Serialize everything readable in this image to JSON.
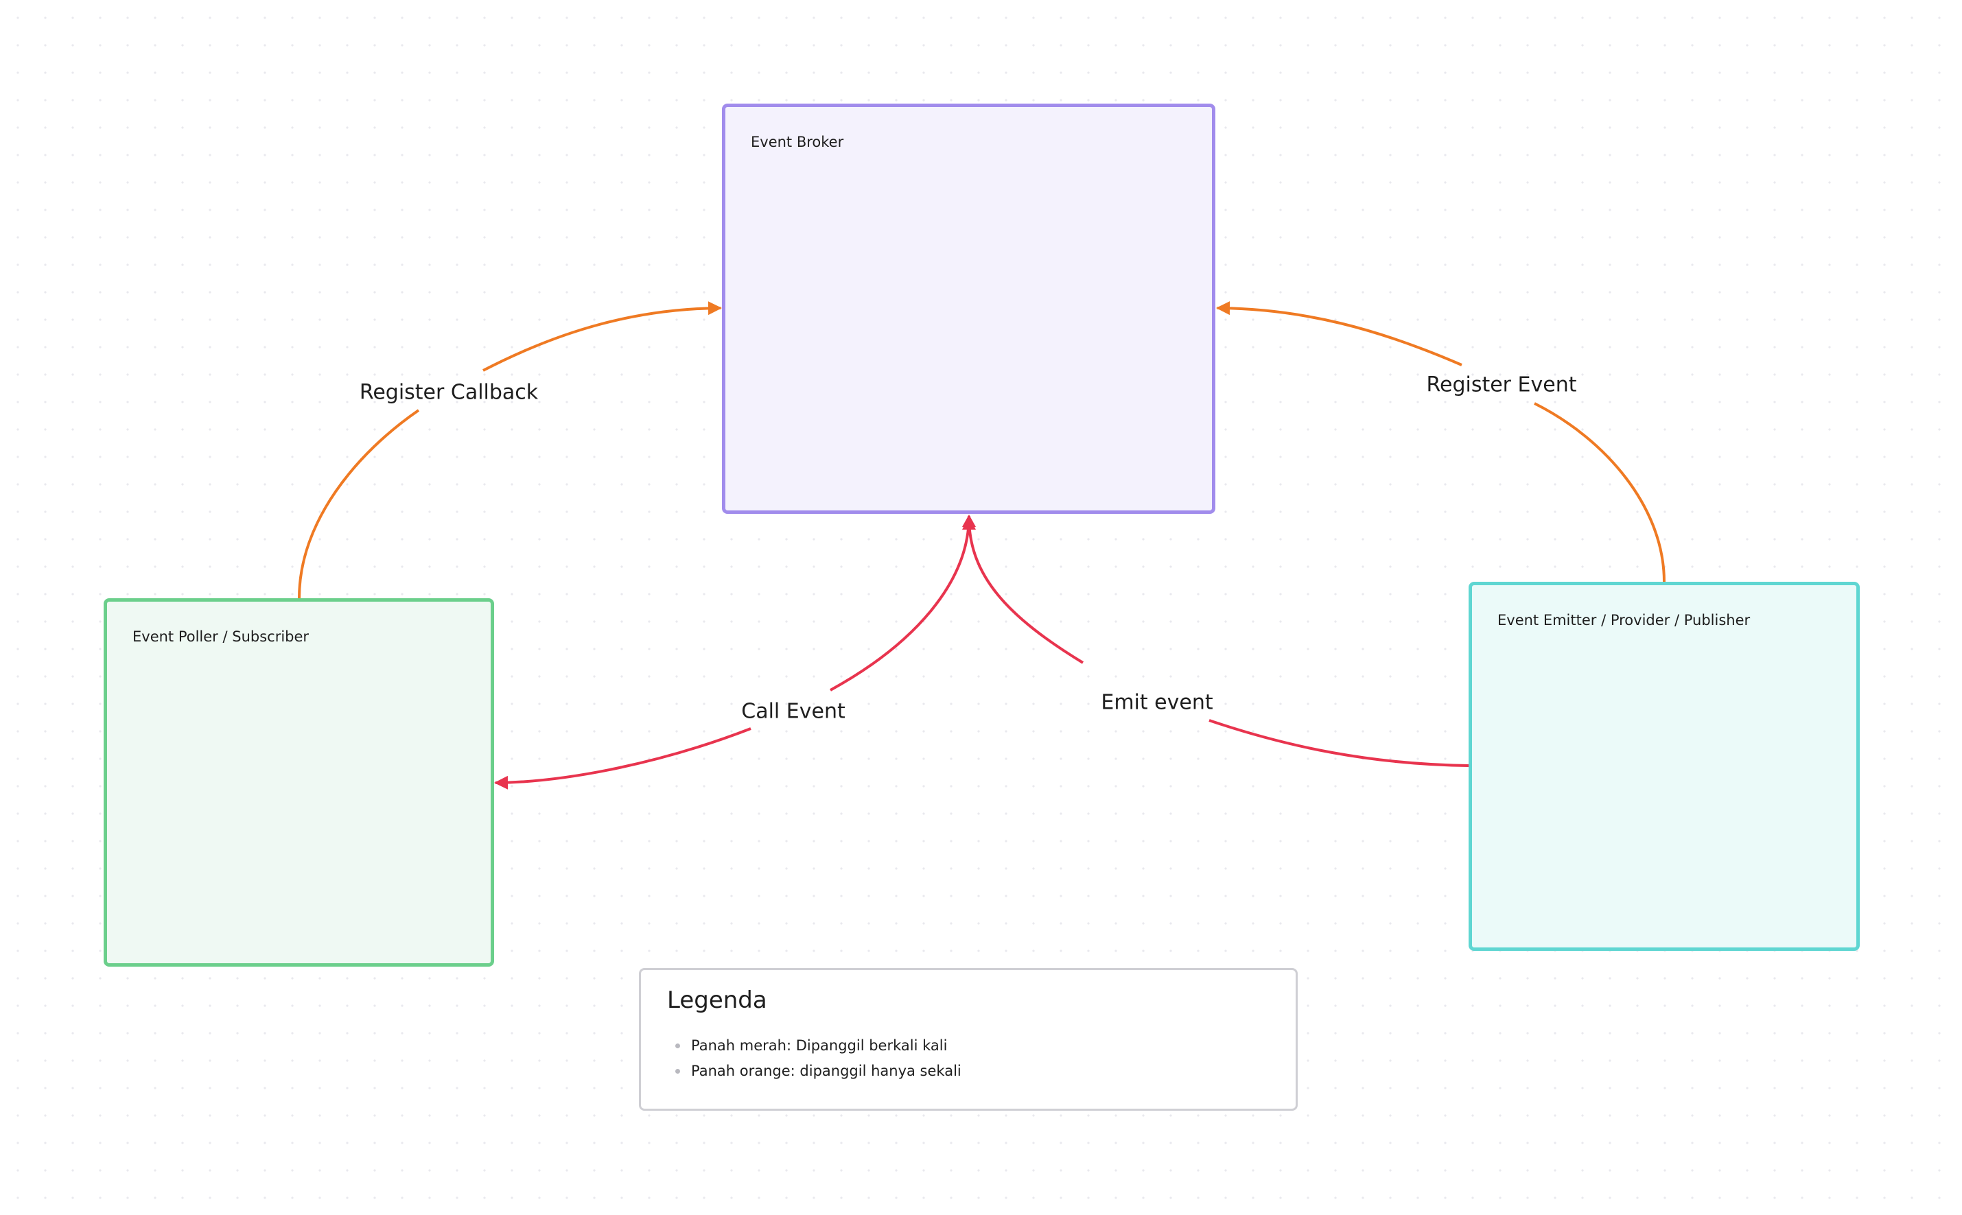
{
  "nodes": {
    "broker": {
      "label": "Event Broker"
    },
    "poller": {
      "label": "Event Poller / Subscriber"
    },
    "emitter": {
      "label": "Event Emitter / Provider / Publisher"
    }
  },
  "edges": {
    "register_callback": {
      "label": "Register Callback",
      "color": "#ef7a23"
    },
    "register_event": {
      "label": "Register Event",
      "color": "#ef7a23"
    },
    "call_event": {
      "label": "Call Event",
      "color": "#e8344e"
    },
    "emit_event": {
      "label": "Emit event",
      "color": "#e8344e"
    }
  },
  "legend": {
    "title": "Legenda",
    "items": [
      "Panah merah: Dipanggil berkali kali",
      "Panah orange: dipanggil hanya sekali"
    ]
  }
}
